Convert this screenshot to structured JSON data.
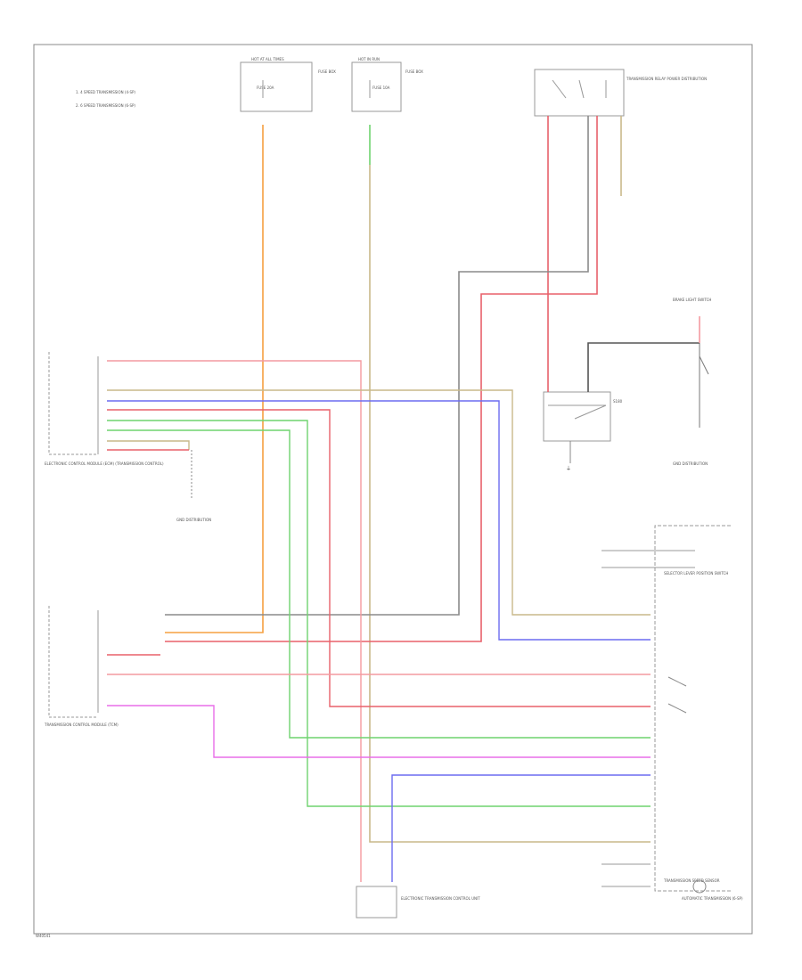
{
  "notes": [
    "1. 4 SPEED TRANSMISSION (4-SP)",
    "2. 6 SPEED TRANSMISSION (6-SP)"
  ],
  "fuse_labels": [
    "HOT AT ALL TIMES",
    "HOT IN RUN",
    "FUSE BOX",
    "FUSE 20A",
    "FUSE 10A",
    "S180"
  ],
  "relay_label": "TRANSMISSION RELAY POWER DISTRIBUTION",
  "gnd_label": "GND DISTRIBUTION",
  "left_module_label": "ELECTRONIC CONTROL MODULE (ECM) (TRANSMISSION CONTROL)",
  "left_module2_label": "TRANSMISSION CONTROL MODULE (TCM)",
  "right_module_label": "AUTOMATIC TRANSMISSION (6-SP)",
  "selector_label": "SELECTOR LEVER POSITION SWITCH",
  "bottom_module_label": "ELECTRONIC TRANSMISSION CONTROL UNIT",
  "speed_sensor_label": "TRANSMISSION SPEED SENSOR",
  "brake_switch_label": "BRAKE LIGHT SWITCH",
  "figure_id": "W40541",
  "colors": {
    "orange": "#f5a040",
    "green": "#6fd36f",
    "red": "#e8606a",
    "pink": "#f49aa0",
    "blue": "#6c6cf0",
    "tan": "#c9b98a",
    "magenta": "#e86ee8",
    "gray": "#8a8a8a",
    "dark": "#555555"
  }
}
